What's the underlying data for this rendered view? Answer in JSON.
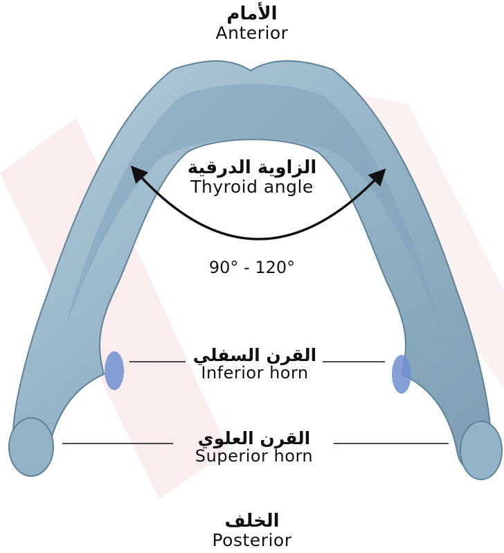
{
  "labels": {
    "anterior": {
      "ar": "الأمام",
      "en": "Anterior"
    },
    "thyroid_angle": {
      "ar": "الزاوية الدرقية",
      "en": "Thyroid angle"
    },
    "angle_range": "90° - 120°",
    "inferior_horn": {
      "ar": "القرن السفلي",
      "en": "Inferior horn"
    },
    "superior_horn": {
      "ar": "القرن العلوي",
      "en": "Superior horn"
    },
    "posterior": {
      "ar": "الخلف",
      "en": "Posterior"
    }
  },
  "colors": {
    "cartilage_fill": "#93b3c6",
    "cartilage_inner": "#7f9fb5",
    "cartilage_edge": "#5f8198",
    "horn_tip": "#6f8fd0",
    "watermark": "#f7dede",
    "arrow": "#111111"
  }
}
